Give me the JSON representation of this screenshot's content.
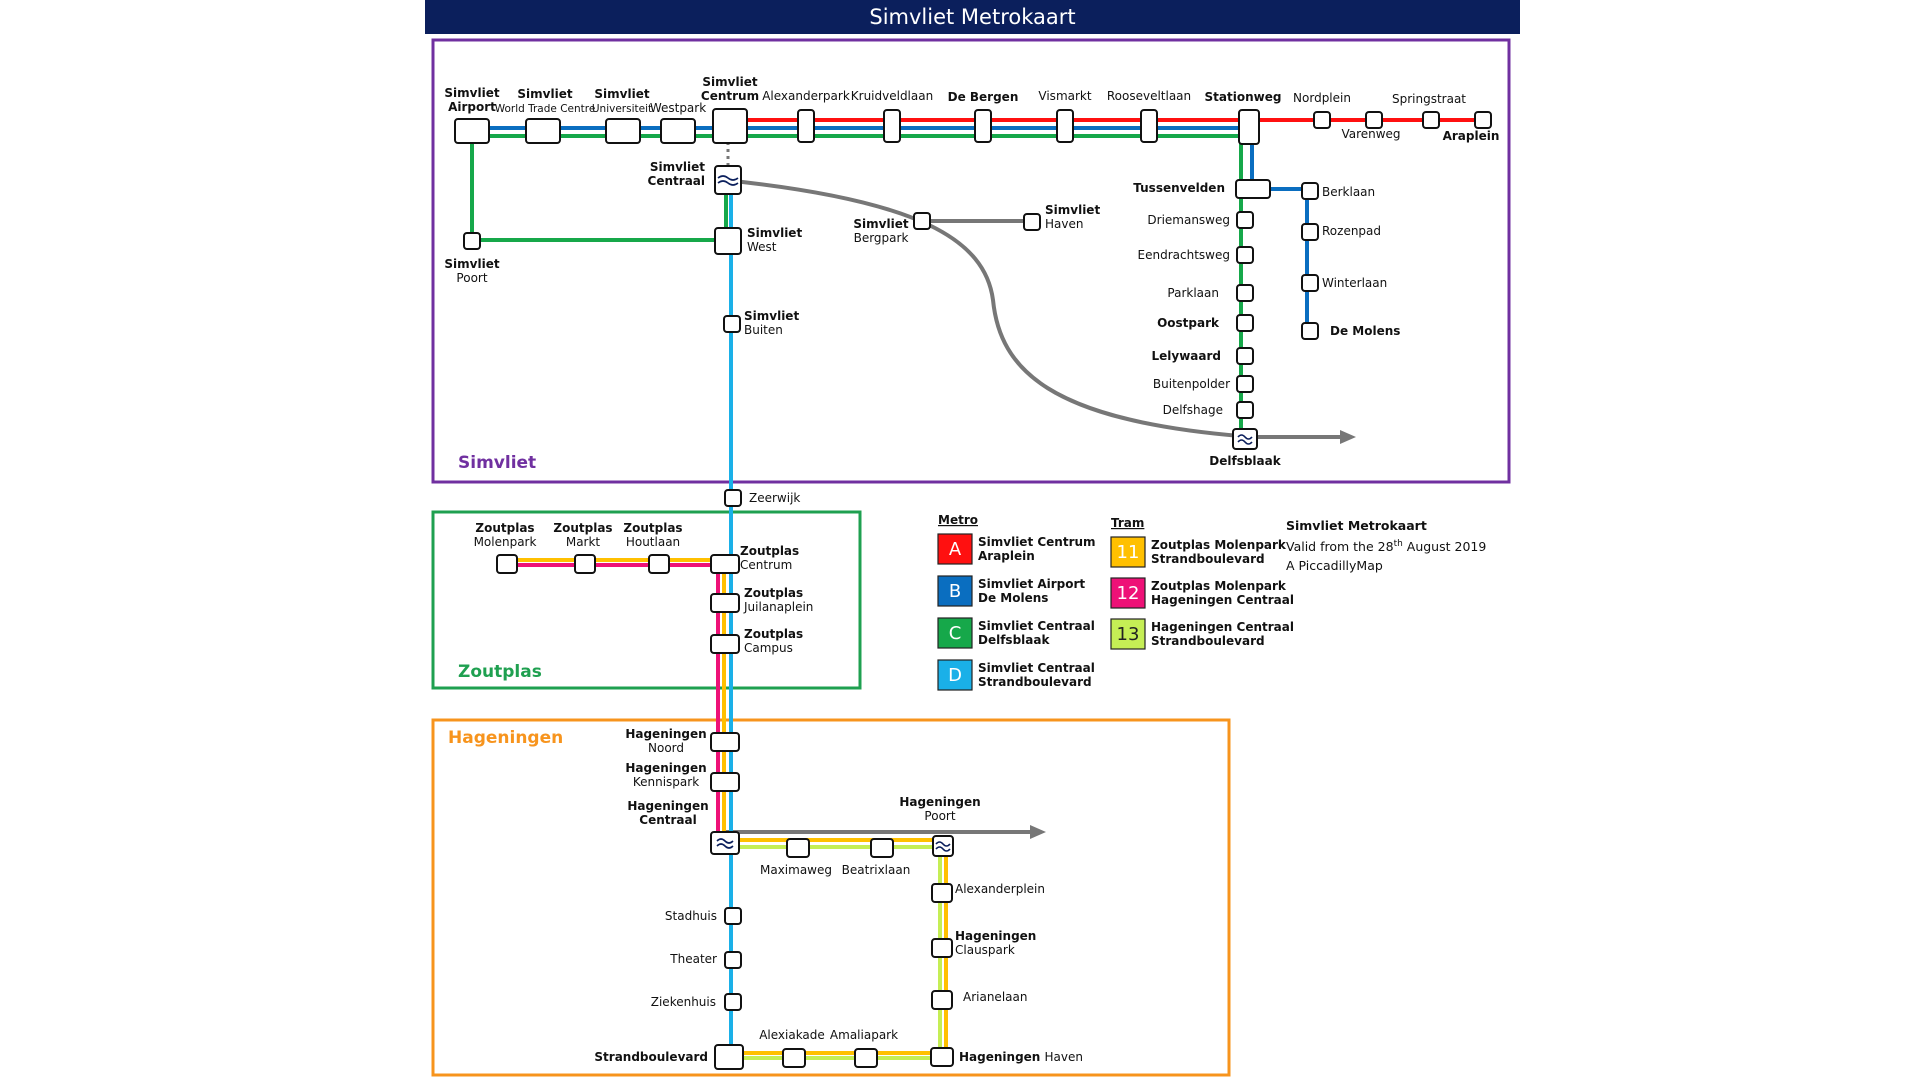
{
  "header": {
    "title": "Simvliet Metrokaart"
  },
  "regions": {
    "simvliet": {
      "label": "Simvliet",
      "color": "#7030a0"
    },
    "zoutplas": {
      "label": "Zoutplas",
      "color": "#1fa050"
    },
    "hageningen": {
      "label": "Hageningen",
      "color": "#f7941d"
    }
  },
  "colors": {
    "A": "#ff1010",
    "B": "#0a6ec0",
    "C": "#16a84a",
    "D": "#1ab0e8",
    "11": "#ffc000",
    "12": "#ee1177",
    "13": "#c5ee55",
    "rail": "#777777"
  },
  "stations": {
    "airport": [
      "Simvliet",
      "Airport"
    ],
    "wtc": [
      "Simvliet",
      "World Trade Centre"
    ],
    "universiteit": [
      "Simvliet",
      "Universiteit"
    ],
    "westpark": "Westpark",
    "centrum": [
      "Simvliet",
      "Centrum"
    ],
    "alexanderpark": "Alexanderpark",
    "kruidveldlaan": "Kruidveldlaan",
    "debergen": "De Bergen",
    "vismarkt": "Vismarkt",
    "rooseveltlaan": "Rooseveltlaan",
    "stationweg": "Stationweg",
    "nordplein": "Nordplein",
    "varenweg": "Varenweg",
    "springstraat": "Springstraat",
    "araplein": "Araplein",
    "centraal": [
      "Simvliet",
      "Centraal"
    ],
    "bergpark": [
      "Simvliet",
      "Bergpark"
    ],
    "haven": [
      "Simvliet",
      "Haven"
    ],
    "poort": [
      "Simvliet",
      "Poort"
    ],
    "west": [
      "Simvliet",
      "West"
    ],
    "buiten": [
      "Simvliet",
      "Buiten"
    ],
    "tussenvelden": "Tussenvelden",
    "berklaan": "Berklaan",
    "rozenpad": "Rozenpad",
    "winterlaan": "Winterlaan",
    "demolens": "De Molens",
    "driemansweg": "Driemansweg",
    "eendrachtsweg": "Eendrachtsweg",
    "parklaan": "Parklaan",
    "oostpark": "Oostpark",
    "lelywaard": "Lelywaard",
    "buitenpolder": "Buitenpolder",
    "delfshage": "Delfshage",
    "delfsblaak": "Delfsblaak",
    "zeerwijk": "Zeerwijk",
    "zp_molenpark": [
      "Zoutplas",
      "Molenpark"
    ],
    "zp_markt": [
      "Zoutplas",
      "Markt"
    ],
    "zp_houtlaan": [
      "Zoutplas",
      "Houtlaan"
    ],
    "zp_centrum": [
      "Zoutplas",
      "Centrum"
    ],
    "zp_julianaplein": [
      "Zoutplas",
      "Juilanaplein"
    ],
    "zp_campus": [
      "Zoutplas",
      "Campus"
    ],
    "hg_noord": [
      "Hageningen",
      "Noord"
    ],
    "hg_kennispark": [
      "Hageningen",
      "Kennispark"
    ],
    "hg_centraal": [
      "Hageningen",
      "Centraal"
    ],
    "hg_poort": [
      "Hageningen",
      "Poort"
    ],
    "maximaweg": "Maximaweg",
    "beatrixlaan": "Beatrixlaan",
    "alexanderplein": "Alexanderplein",
    "hg_clauspark": [
      "Hageningen",
      "Clauspark"
    ],
    "arianelaan": "Arianelaan",
    "hg_haven": [
      "Hageningen",
      "Haven"
    ],
    "stadhuis": "Stadhuis",
    "theater": "Theater",
    "ziekenhuis": "Ziekenhuis",
    "strandboulevard": "Strandboulevard",
    "alexiakade": "Alexiakade",
    "amaliapark": "Amaliapark"
  },
  "legend": {
    "metro_title": "Metro",
    "tram_title": "Tram",
    "metro": [
      {
        "code": "A",
        "color": "#ff1010",
        "from": "Simvliet Centrum",
        "to": "Araplein"
      },
      {
        "code": "B",
        "color": "#0a6ec0",
        "from": "Simvliet Airport",
        "to": "De Molens"
      },
      {
        "code": "C",
        "color": "#16a84a",
        "from": "Simvliet Centraal",
        "to": "Delfsblaak"
      },
      {
        "code": "D",
        "color": "#1ab0e8",
        "from": "Simvliet Centraal",
        "to": "Strandboulevard"
      }
    ],
    "tram": [
      {
        "code": "11",
        "color": "#ffc000",
        "from": "Zoutplas Molenpark",
        "to": "Strandboulevard"
      },
      {
        "code": "12",
        "color": "#ee1177",
        "from": "Zoutplas Molenpark",
        "to": "Hageningen Centraal"
      },
      {
        "code": "13",
        "color": "#c5ee55",
        "from": "Hageningen Centraal",
        "to": "Strandboulevard"
      }
    ]
  },
  "info": {
    "title": "Simvliet Metrokaart",
    "valid_prefix": "Valid from the 28",
    "valid_sup": "th",
    "valid_suffix": " August 2019",
    "credit": "A PiccadillyMap"
  }
}
